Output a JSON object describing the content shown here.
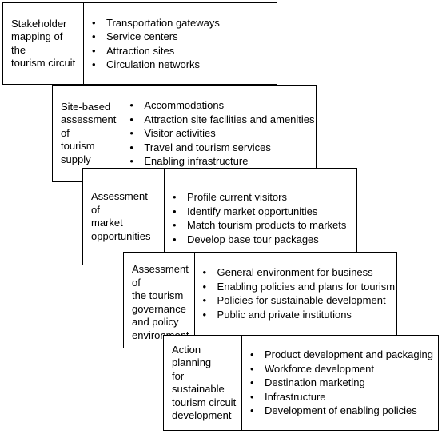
{
  "steps": [
    {
      "label": "Stakeholder\nmapping of the\ntourism circuit",
      "items": [
        "Transportation gateways",
        "Service centers",
        "Attraction sites",
        "Circulation networks"
      ]
    },
    {
      "label": "Site-based\nassessment of\ntourism supply",
      "items": [
        "Accommodations",
        "Attraction site facilities and amenities",
        "Visitor activities",
        "Travel and tourism services",
        "Enabling infrastructure"
      ]
    },
    {
      "label": "Assessment of\nmarket\nopportunities",
      "items": [
        "Profile current visitors",
        "Identify market opportunities",
        "Match tourism products to markets",
        "Develop base tour packages"
      ]
    },
    {
      "label": "Assessment of\nthe tourism\ngovernance\nand policy\nenvironment",
      "items": [
        "General environment for business",
        "Enabling policies and plans for tourism",
        "Policies for sustainable development",
        "Public and private institutions"
      ]
    },
    {
      "label": "Action planning\nfor sustainable\ntourism circuit\ndevelopment",
      "items": [
        "Product development and packaging",
        "Workforce development",
        "Destination marketing",
        "Infrastructure",
        "Development of enabling policies"
      ]
    }
  ]
}
